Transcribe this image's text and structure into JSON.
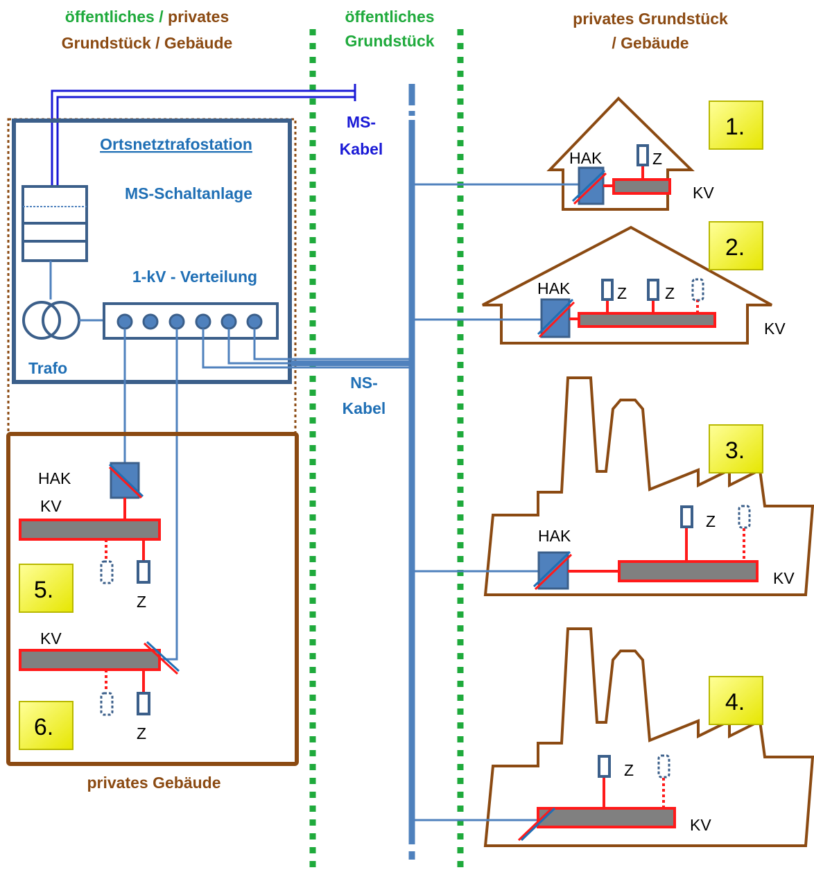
{
  "header": {
    "left_part1": "öffentliches / ",
    "left_part2": "privates",
    "left_line2": "Grundstück / Gebäude",
    "middle_line1": "öffentliches",
    "middle_line2": "Grundstück",
    "right_line1": "privates Grundstück",
    "right_line2": "/ Gebäude"
  },
  "station": {
    "title": "Ortsnetztrafostation",
    "ms_switchgear": "MS-Schaltanlage",
    "lv_distribution": "1-kV - Verteilung",
    "transformer": "Trafo"
  },
  "cables": {
    "ms_line1": "MS-",
    "ms_line2": "Kabel",
    "ns_line1": "NS-",
    "ns_line2": "Kabel"
  },
  "labels": {
    "hak": "HAK",
    "kv": "KV",
    "z": "Z",
    "private_building": "privates Gebäude"
  },
  "cases": [
    "1.",
    "2.",
    "3.",
    "4.",
    "5.",
    "6."
  ],
  "colors": {
    "public_green": "#1faa3c",
    "private_brown": "#8b4a12",
    "ms_blue": "#1a1ad6",
    "lv_blue": "#4f81bd",
    "box_blue": "#1f6fb5",
    "red": "#ff1a1a",
    "bar_grey": "#808080",
    "number_yellow": "#ffff33"
  }
}
